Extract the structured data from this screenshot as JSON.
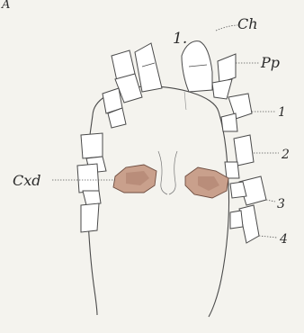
{
  "figure": {
    "corner_letter": "A",
    "number": "1.",
    "labels": {
      "ch": "Ch",
      "pp": "Pp",
      "cxd": "Cxd",
      "leg1": "1",
      "leg2": "2",
      "leg3": "3",
      "leg4": "4"
    }
  },
  "colors": {
    "background": "#f4f3ee",
    "ink": "#4a4a4a",
    "coxal_gland_fill": "#c9a08c",
    "coxal_gland_dark": "#9a6a58"
  }
}
